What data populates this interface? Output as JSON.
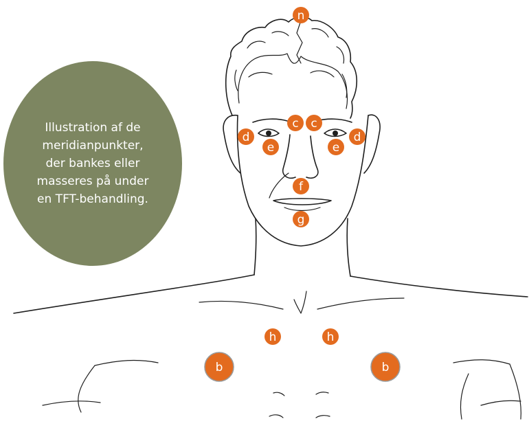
{
  "caption": "Illustration af de meridianpunkter, der bankes eller masseres på under en TFT-behandling.",
  "accent_color": "#e36b1f",
  "caption_bg_color": "#7d8661",
  "points": [
    {
      "id": "n",
      "label": "n",
      "location": "top of head"
    },
    {
      "id": "c-left",
      "label": "c",
      "location": "inner eyebrow (left)"
    },
    {
      "id": "c-right",
      "label": "c",
      "location": "inner eyebrow (right)"
    },
    {
      "id": "d-left",
      "label": "d",
      "location": "outer eye corner (left)"
    },
    {
      "id": "d-right",
      "label": "d",
      "location": "outer eye corner (right)"
    },
    {
      "id": "e-left",
      "label": "e",
      "location": "under eye (left)"
    },
    {
      "id": "e-right",
      "label": "e",
      "location": "under eye (right)"
    },
    {
      "id": "f",
      "label": "f",
      "location": "under nose"
    },
    {
      "id": "g",
      "label": "g",
      "location": "chin"
    },
    {
      "id": "h-left",
      "label": "h",
      "location": "collarbone (left)"
    },
    {
      "id": "h-right",
      "label": "h",
      "location": "collarbone (right)"
    },
    {
      "id": "b-left",
      "label": "b",
      "location": "chest (left)",
      "ringed": true
    },
    {
      "id": "b-right",
      "label": "b",
      "location": "chest (right)",
      "ringed": true
    }
  ]
}
